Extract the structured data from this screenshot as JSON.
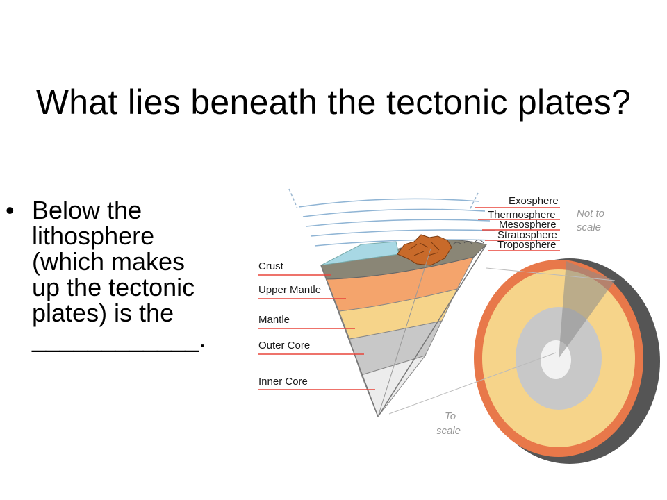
{
  "slide": {
    "title": "What lies beneath the tectonic plates?",
    "bullet_marker": "•",
    "bullet_lines": [
      "Below the",
      "lithosphere",
      "(which makes",
      "up the tectonic",
      "plates) is the",
      "____________."
    ]
  },
  "diagram": {
    "atmosphere_labels": [
      "Exosphere",
      "Thermosphere",
      "Mesosphere",
      "Stratosphere",
      "Troposphere"
    ],
    "earth_labels": [
      "Crust",
      "Upper Mantle",
      "Mantle",
      "Outer Core",
      "Inner Core"
    ],
    "note_not_to_scale_line1": "Not to",
    "note_not_to_scale_line2": "scale",
    "note_to_scale_line1": "To",
    "note_to_scale_line2": "scale",
    "colors": {
      "crust": "#8a8676",
      "upper_mantle": "#f4a46c",
      "mantle": "#f6d48a",
      "outer_core": "#c8c8c8",
      "inner_core": "#ececec",
      "ocean": "#a8d8e4",
      "mountains": "#c86a2a",
      "leader_lines": "#e8453a",
      "atmosphere_lines": "#8fb4d4"
    }
  }
}
